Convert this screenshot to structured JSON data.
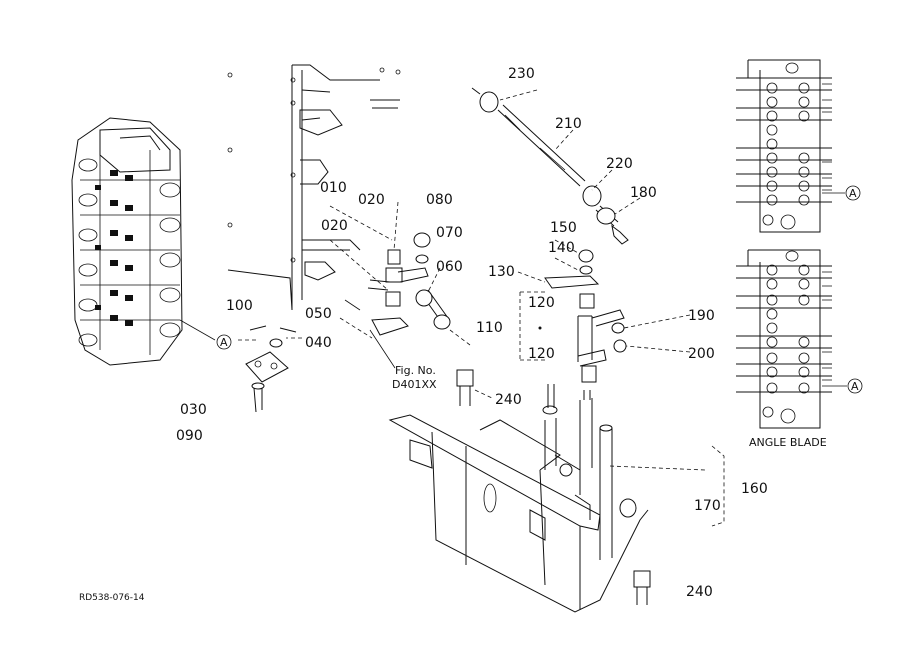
{
  "part_labels": {
    "p010": "010",
    "p020a": "020",
    "p020b": "020",
    "p030": "030",
    "p040": "040",
    "p050": "050",
    "p060": "060",
    "p070": "070",
    "p080": "080",
    "p090": "090",
    "p100": "100",
    "p110": "110",
    "p120a": "120",
    "p120b": "120",
    "p130": "130",
    "p140": "140",
    "p150": "150",
    "p160": "160",
    "p170": "170",
    "p180": "180",
    "p190": "190",
    "p200": "200",
    "p210": "210",
    "p220": "220",
    "p230": "230",
    "p240a": "240",
    "p240b": "240"
  },
  "callouts": {
    "ref_a_left": "A",
    "ref_a_top": "A",
    "ref_a_bottom": "A"
  },
  "fig_ref": {
    "line1": "Fig. No.",
    "line2": "D401XX"
  },
  "variant_label": "ANGLE BLADE",
  "drawing_code": "RD538-076-14"
}
